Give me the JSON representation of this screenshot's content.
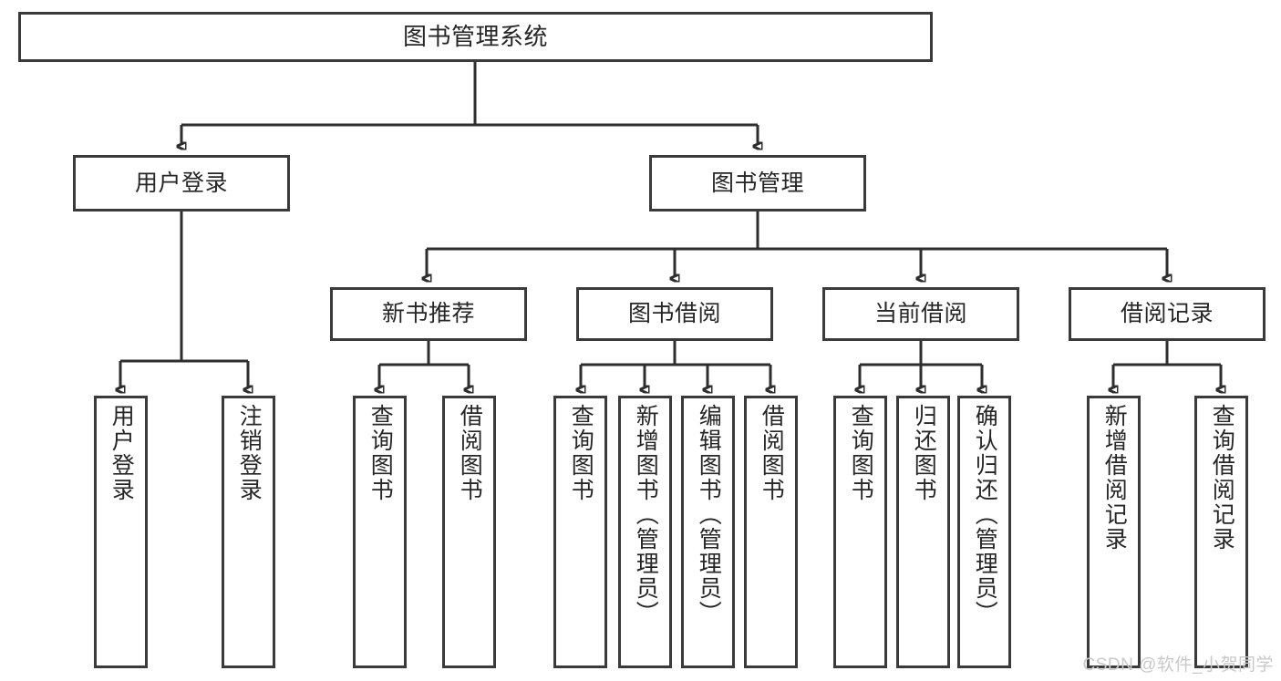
{
  "diagram": {
    "title": "图书管理系统",
    "type": "tree",
    "watermark": "CSDN @软件_小贺同学",
    "levels": {
      "root": {
        "label": "图书管理系统"
      },
      "level2": [
        {
          "id": "user-login",
          "label": "用户登录"
        },
        {
          "id": "book-management",
          "label": "图书管理"
        }
      ],
      "level3": [
        {
          "id": "new-book-recommend",
          "label": "新书推荐",
          "parent": "book-management"
        },
        {
          "id": "book-borrow",
          "label": "图书借阅",
          "parent": "book-management"
        },
        {
          "id": "current-borrow",
          "label": "当前借阅",
          "parent": "book-management"
        },
        {
          "id": "borrow-record",
          "label": "借阅记录",
          "parent": "book-management"
        }
      ],
      "leaves": [
        {
          "id": "leaf-user-login",
          "label": "用户登录",
          "parent": "user-login"
        },
        {
          "id": "leaf-logout-login",
          "label": "注销登录",
          "parent": "user-login"
        },
        {
          "id": "leaf-query-book-1",
          "label": "查询图书",
          "parent": "new-book-recommend"
        },
        {
          "id": "leaf-borrow-book-1",
          "label": "借阅图书",
          "parent": "new-book-recommend"
        },
        {
          "id": "leaf-query-book-2",
          "label": "查询图书",
          "parent": "book-borrow"
        },
        {
          "id": "leaf-add-book",
          "label": "新增图书（管理员）",
          "parent": "book-borrow"
        },
        {
          "id": "leaf-edit-book",
          "label": "编辑图书（管理员）",
          "parent": "book-borrow"
        },
        {
          "id": "leaf-borrow-book-2",
          "label": "借阅图书",
          "parent": "book-borrow"
        },
        {
          "id": "leaf-query-book-3",
          "label": "查询图书",
          "parent": "current-borrow"
        },
        {
          "id": "leaf-return-book",
          "label": "归还图书",
          "parent": "current-borrow"
        },
        {
          "id": "leaf-confirm-return",
          "label": "确认归还（管理员）",
          "parent": "current-borrow"
        },
        {
          "id": "leaf-add-borrow-record",
          "label": "新增借阅记录",
          "parent": "borrow-record"
        },
        {
          "id": "leaf-query-borrow-record",
          "label": "查询借阅记录",
          "parent": "borrow-record"
        }
      ]
    },
    "colors": {
      "box_border": "#3a3a3a",
      "connector": "#2e2e2e",
      "text": "#262626",
      "background": "#ffffff",
      "watermark": "#c9c9c9"
    }
  }
}
